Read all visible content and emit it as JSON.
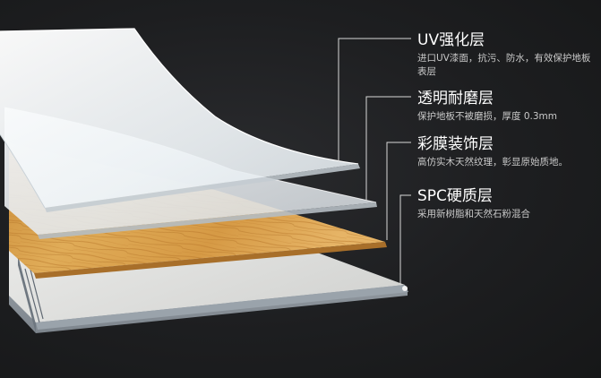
{
  "layers": [
    {
      "id": "uv",
      "title": "UV强化层",
      "description": "进口UV漆面，抗污、防水，有效保护地板表层"
    },
    {
      "id": "wear",
      "title": "透明耐磨层",
      "description": "保护地板不被磨损，厚度 0.3mm"
    },
    {
      "id": "film",
      "title": "彩膜装饰层",
      "description": "高仿实木天然纹理，彰显原始质地。"
    },
    {
      "id": "spc",
      "title": "SPC硬质层",
      "description": "采用新树脂和天然石粉混合"
    }
  ],
  "colors": {
    "background": "#1b1c1e",
    "leader_line": "#d8d8d8",
    "uv_layer": "#eef2f5",
    "wear_layer": "#e6eaee",
    "wood_layer": "#d9a04a",
    "spc_core": "#dcdcda"
  }
}
